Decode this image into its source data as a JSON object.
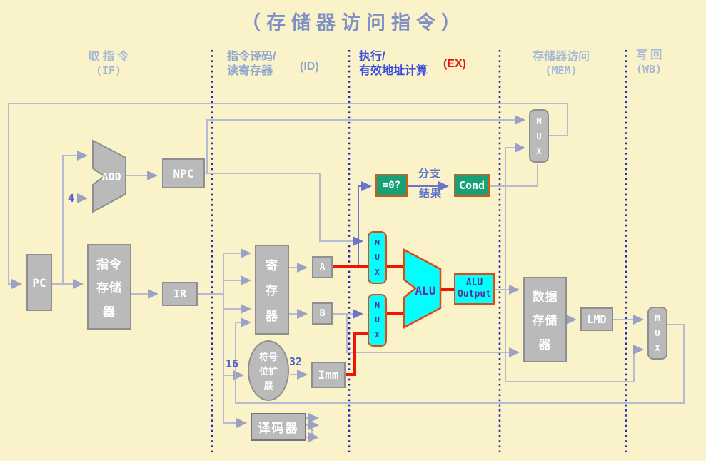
{
  "title": "（存储器访问指令）",
  "stages": [
    {
      "line1": "取 指 令",
      "abbr": "(IF)"
    },
    {
      "line1": "指令译码/",
      "line2": "读寄存器",
      "abbr": "(ID)"
    },
    {
      "line1": "执行/",
      "line2": "有效地址计算",
      "abbr": "(EX)"
    },
    {
      "line1": "存储器访问",
      "abbr": "(MEM)"
    },
    {
      "line1": "写 回",
      "abbr": "(WB)"
    }
  ],
  "components": {
    "pc": "PC",
    "add": "ADD",
    "npc": "NPC",
    "instruction_memory": [
      "指令",
      "存储",
      "器"
    ],
    "ir": "IR",
    "register_file": [
      "寄",
      "存",
      "器"
    ],
    "a_latch": "A",
    "b_latch": "B",
    "sign_extend": [
      "符号",
      "位扩",
      "展"
    ],
    "imm": "Imm",
    "decoder": "译码器",
    "zero_test": "=0?",
    "cond": "Cond",
    "mux_letters": [
      "M",
      "U",
      "X"
    ],
    "alu": "ALU",
    "alu_output": [
      "ALU",
      "Output"
    ],
    "data_memory": [
      "数据",
      "存储",
      "器"
    ],
    "lmd": "LMD"
  },
  "labels": {
    "add_constant": "4",
    "signext_in_width": "16",
    "signext_out_width": "32",
    "branch_result": [
      "分支",
      "结果"
    ]
  },
  "colors": {
    "background": "#FAF3C9",
    "box_gray": "#BABABB",
    "box_border": "#8F8F93",
    "cyan_fill": "#00FFFF",
    "cyan_border": "#E0490F",
    "cyan_text": "#5B2D8E",
    "green_fill": "#16A176",
    "green_border": "#D4581C",
    "red_path": "#EE1505",
    "wire": "#B7BAD3",
    "wire_blue": "#6B74C9",
    "stage_divider": "#2A2AB0",
    "title_text": "#8090C6",
    "header_light": "#A5B8D8",
    "header_id": "#8FA6CE",
    "header_ex": "#3A4FE0",
    "header_ex_abbr": "#E8150D"
  }
}
